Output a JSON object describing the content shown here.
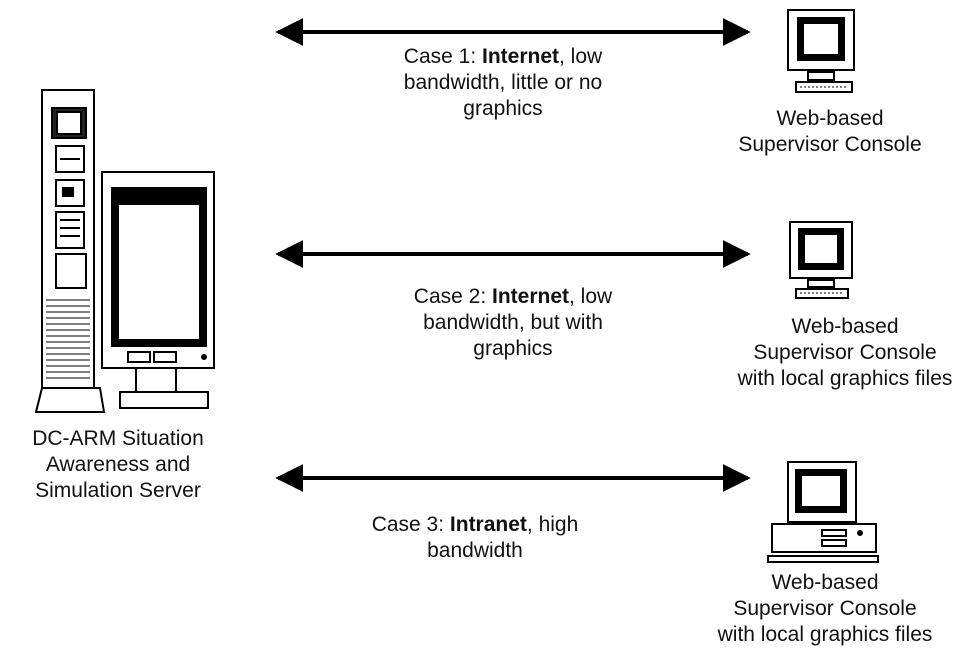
{
  "server": {
    "label_lines": [
      "DC-ARM Situation",
      "Awareness and",
      "Simulation Server"
    ]
  },
  "cases": [
    {
      "text_lines": [
        {
          "pre": "Case 1: ",
          "bold": "Internet",
          "post": ", low"
        },
        {
          "pre": "bandwidth, little or no",
          "bold": "",
          "post": ""
        },
        {
          "pre": "graphics",
          "bold": "",
          "post": ""
        }
      ],
      "console_lines": [
        "Web-based",
        "Supervisor Console"
      ]
    },
    {
      "text_lines": [
        {
          "pre": "Case 2: ",
          "bold": "Internet",
          "post": ", low"
        },
        {
          "pre": "bandwidth, but with",
          "bold": "",
          "post": ""
        },
        {
          "pre": "graphics",
          "bold": "",
          "post": ""
        }
      ],
      "console_lines": [
        "Web-based",
        "Supervisor Console",
        "with local graphics files"
      ]
    },
    {
      "text_lines": [
        {
          "pre": "Case 3: ",
          "bold": "Intranet",
          "post": ", high"
        },
        {
          "pre": "bandwidth",
          "bold": "",
          "post": ""
        }
      ],
      "console_lines": [
        "Web-based",
        "Supervisor Console",
        "with local graphics files"
      ]
    }
  ]
}
